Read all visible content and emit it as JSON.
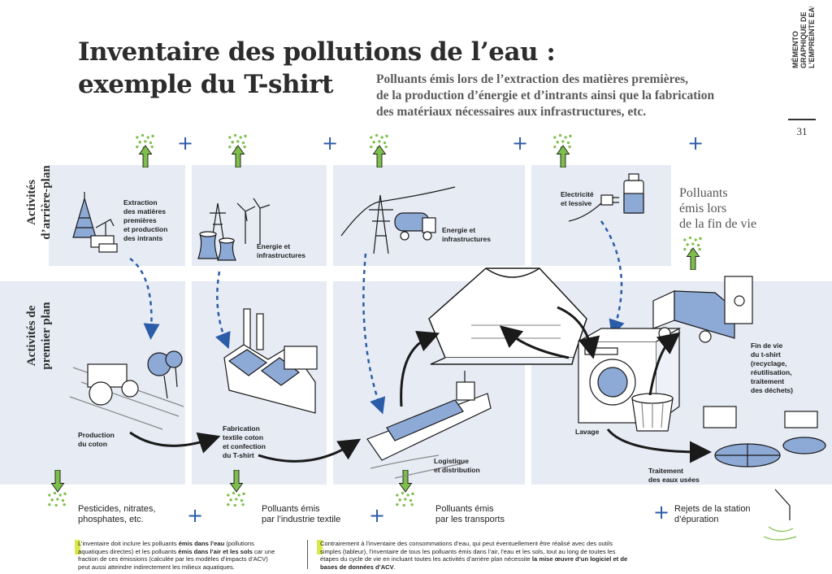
{
  "title_line1": "Inventaire des pollutions de l’eau :",
  "title_line2": "exemple du T-shirt",
  "subtitle_line1": "Polluants émis lors de l’extraction des matières premières,",
  "subtitle_line2": "de la production d’énergie et d’intrants ainsi que la fabrication",
  "subtitle_line3": "des matériaux nécessaires aux infrastructures, etc.",
  "brand": {
    "line1": "MÉMENTO",
    "line2": "GRAPHIQUE DE",
    "line3": "L’EMPREINTE EAU"
  },
  "page_number": "31",
  "row_labels": {
    "background_l1": "Activités",
    "background_l2": "d’arrière-plan",
    "foreground_l1": "Activités de",
    "foreground_l2": "premier plan"
  },
  "end_of_life": {
    "l1": "Polluants",
    "l2": "émis lors",
    "l3": "de la fin de vie"
  },
  "background_items": {
    "extraction": [
      "Extraction",
      "des matières",
      "premières",
      "et production",
      "des intrants"
    ],
    "energy1": [
      "Energie et",
      "infrastructures"
    ],
    "energy2": [
      "Energie et",
      "infrastructures"
    ],
    "electricity": [
      "Electricité",
      "et lessive"
    ]
  },
  "foreground_items": {
    "cotton": [
      "Production",
      "du coton"
    ],
    "manufacturing": [
      "Fabrication",
      "textile coton",
      "et confection",
      "du T-shirt"
    ],
    "logistics": [
      "Logistique",
      "et distribution"
    ],
    "washing": [
      "Lavage"
    ],
    "end_of_life": [
      "Fin de vie",
      "du t-shirt",
      "(recyclage,",
      "réutilisation,",
      "traitement",
      "des déchets)"
    ],
    "wastewater": [
      "Traitement",
      "des eaux usées"
    ]
  },
  "bottom_labels": {
    "pesticides": [
      "Pesticides, nitrates,",
      "phosphates, etc."
    ],
    "textile": [
      "Polluants émis",
      "par l’industrie textile"
    ],
    "transport": [
      "Polluants émis",
      "par les transports"
    ],
    "station": [
      "Rejets de la station",
      "d’épuration"
    ]
  },
  "plus_sign": "+",
  "footnote_left": {
    "p1": "L’inventaire doit inclure les polluants ",
    "b1": "émis dans l’eau",
    "p2": " (pollutions aquatiques directes) et les polluants ",
    "b2": "émis dans l’air et les sols",
    "p3": " car une fraction de ces émissions (calculée par les modèles d’impacts d’ACV) peut aussi atteindre indirectement les milieux aquatiques."
  },
  "footnote_right": {
    "p1": "Contrairement à l’inventaire des consommations d’eau, qui peut éventuellement être réalisé avec des outils simples (tableur), l’inventaire de tous les polluants émis dans l’air, l’eau et les sols, tout au long de toutes les étapes du cycle de vie en incluant toutes les activités d’arrière plan nécessite ",
    "b1": "la mise œuvre d’un logiciel et de bases de données d’ACV",
    "p2": "."
  },
  "colors": {
    "panel": "#e6ebf4",
    "accent_blue": "#2b5ca8",
    "arrow_green": "#7dbf4a",
    "highlight": "#d9e84c"
  }
}
